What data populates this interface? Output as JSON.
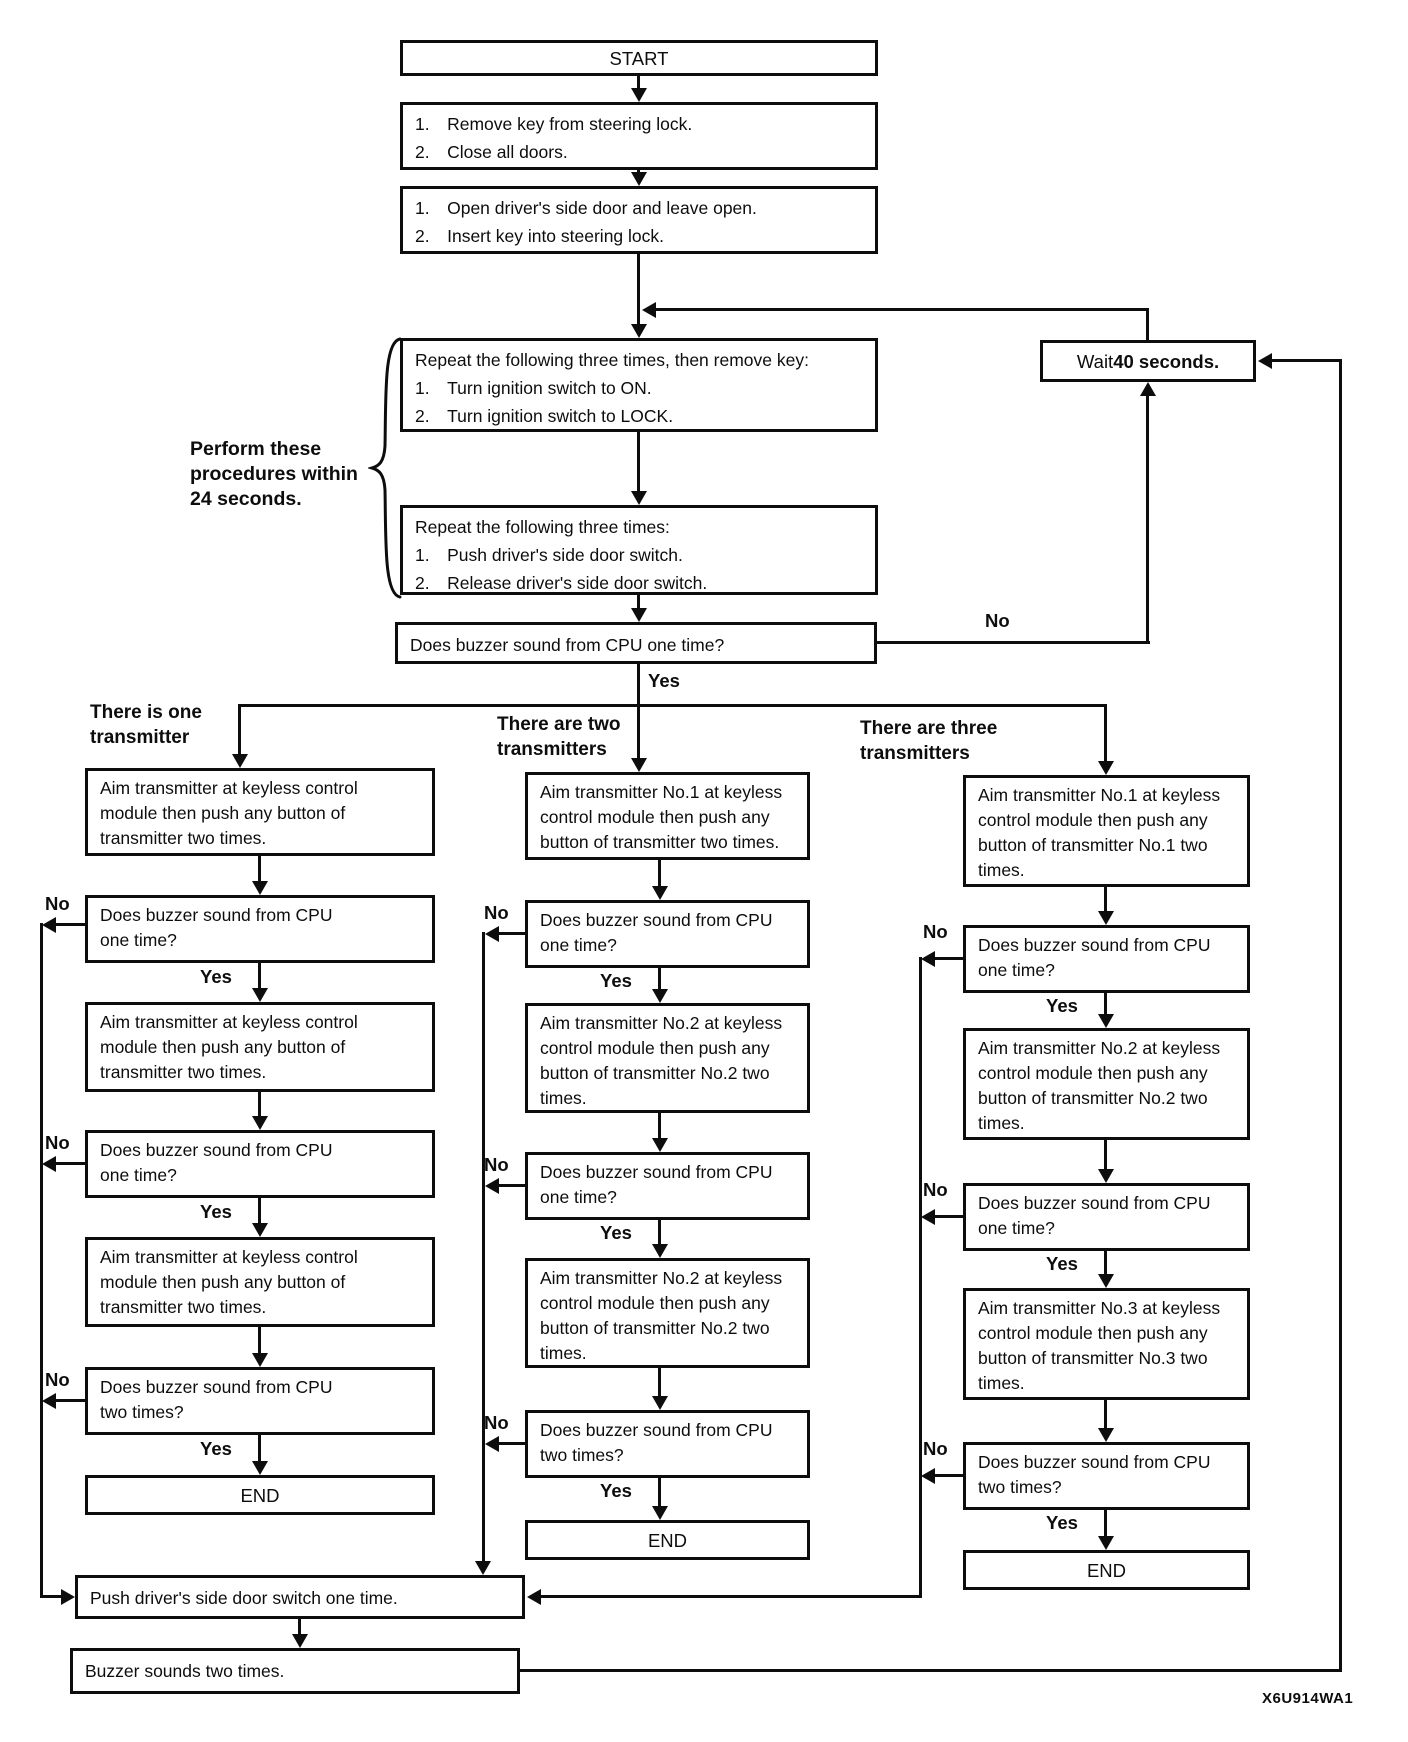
{
  "labels": {
    "yes": "Yes",
    "no": "No"
  },
  "caption": "X6U914WA1",
  "note": [
    "Perform these",
    "procedures within",
    "24 seconds."
  ],
  "wait": {
    "prefix": "Wait ",
    "bold": "40 seconds."
  },
  "main": {
    "start": "START",
    "remove_key": [
      "1.  Remove key from steering lock.",
      "2.  Close all doors."
    ],
    "open_door": [
      "1.  Open driver's side door and leave open.",
      "2.  Insert key into steering lock."
    ],
    "ignition": [
      "Repeat the following three times, then remove key:",
      "1.  Turn ignition switch to ON.",
      "2.  Turn ignition switch to LOCK."
    ],
    "door_switch": [
      "Repeat the following three times:",
      "1.  Push driver's side door switch.",
      "2.  Release driver's side door switch."
    ],
    "buzzer_check": "Does buzzer sound from CPU one time?"
  },
  "branches": {
    "one": {
      "header": [
        "There is one",
        "transmitter"
      ],
      "steps": [
        [
          "Aim transmitter at keyless control",
          "module then push any button of",
          "transmitter two times."
        ],
        [
          "Does buzzer sound from CPU",
          "one time?"
        ],
        [
          "Aim transmitter at keyless control",
          "module then push any button of",
          "transmitter two times."
        ],
        [
          "Does buzzer sound from CPU",
          "one time?"
        ],
        [
          "Aim transmitter at keyless control",
          "module then push any button of",
          "transmitter two times."
        ],
        [
          "Does buzzer sound from CPU",
          "two times?"
        ],
        "END"
      ]
    },
    "two": {
      "header": [
        "There are two",
        "transmitters"
      ],
      "steps": [
        [
          "Aim transmitter No.1 at keyless",
          "control module then push any",
          "button of transmitter two times."
        ],
        [
          "Does buzzer sound from CPU",
          "one time?"
        ],
        [
          "Aim transmitter No.2 at keyless",
          "control module then push any",
          "button of transmitter No.2 two",
          "times."
        ],
        [
          "Does buzzer sound from CPU",
          "one time?"
        ],
        [
          "Aim transmitter No.2 at keyless",
          "control module then push any",
          "button of transmitter No.2 two",
          "times."
        ],
        [
          "Does buzzer sound from CPU",
          "two times?"
        ],
        "END"
      ]
    },
    "three": {
      "header": [
        "There are three",
        "transmitters"
      ],
      "steps": [
        [
          "Aim transmitter No.1 at keyless",
          "control module then push any",
          "button of transmitter No.1 two",
          "times."
        ],
        [
          "Does buzzer sound from CPU",
          "one time?"
        ],
        [
          "Aim transmitter No.2 at keyless",
          "control module then push any",
          "button of transmitter No.2 two",
          "times."
        ],
        [
          "Does buzzer sound from CPU",
          "one time?"
        ],
        [
          "Aim transmitter No.3 at keyless",
          "control module then push any",
          "button of transmitter No.3 two",
          "times."
        ],
        [
          "Does buzzer sound from CPU",
          "two times?"
        ],
        "END"
      ]
    }
  },
  "footer": {
    "push_switch": "Push driver's side door switch one time.",
    "buzzer_two": "Buzzer sounds two times."
  }
}
